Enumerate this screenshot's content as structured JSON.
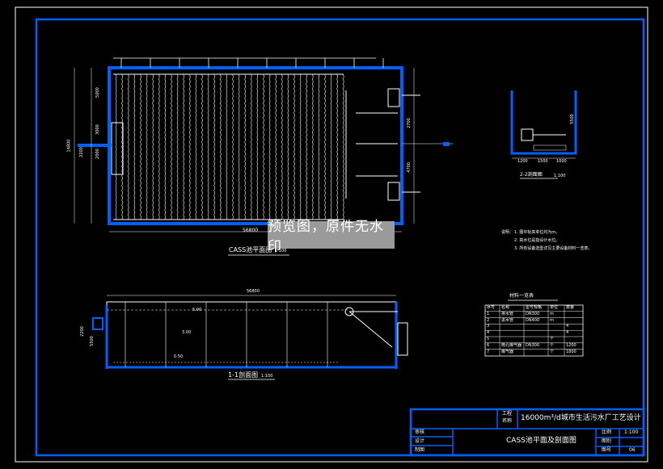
{
  "watermark": "预览图，原件无水印",
  "plan_view": {
    "title": "CASS池平面图",
    "scale": "1:100",
    "dim_overall_width": "56800",
    "dims_left": [
      "5000",
      "3000",
      "2000",
      "14800",
      "2200"
    ],
    "dims_right": [
      "2700",
      "4700"
    ]
  },
  "section_1_1": {
    "title": "1-1剖面图",
    "scale": "1:100",
    "dim_overall": "56800",
    "elev_labels": [
      "5.00",
      "3.00",
      "0.50"
    ],
    "dims_left": [
      "2200",
      "5500"
    ]
  },
  "section_2_2": {
    "title": "2-2剖面图",
    "scale": "1:100",
    "dims": [
      "5500",
      "1200",
      "1500",
      "1000"
    ]
  },
  "notes": {
    "heading": "说明：",
    "lines": [
      "1. 图中标高单位均为m。",
      "2. 高水位是指设计水位。",
      "3. 所有设备选型详见主要设备材料一览表。"
    ]
  },
  "material_table": {
    "title": "材料一览表",
    "headers": [
      "序号",
      "名称",
      "型号规格",
      "单位",
      "数量"
    ],
    "rows": [
      [
        "1",
        "排水管",
        "DN300",
        "m",
        ""
      ],
      [
        "2",
        "进水管",
        "DN400",
        "m",
        ""
      ],
      [
        "3",
        "",
        "",
        "",
        "4"
      ],
      [
        "4",
        "",
        "",
        "",
        "4"
      ],
      [
        "5",
        "",
        "",
        "个",
        ""
      ],
      [
        "6",
        "微孔曝气器",
        "DN300",
        "个",
        "1200"
      ],
      [
        "7",
        "曝气器",
        "",
        "个",
        "1800"
      ]
    ]
  },
  "title_block": {
    "project_label": "工程名称",
    "project_name": "16000m³/d城市生活污水厂工艺设计",
    "drawing_name": "CASS池平面及剖面图",
    "rows_left": [
      "审核",
      "设计",
      "制图"
    ],
    "scale_label": "比例",
    "scale_value": "1:100",
    "sheet_label": "图别",
    "sheet_value": "",
    "number_label": "图号",
    "number_value": "06"
  },
  "colors": {
    "frame": "#0060ff",
    "lines": "#ffffff",
    "background": "#000000",
    "watermark_bg": "#9a9a9a"
  }
}
